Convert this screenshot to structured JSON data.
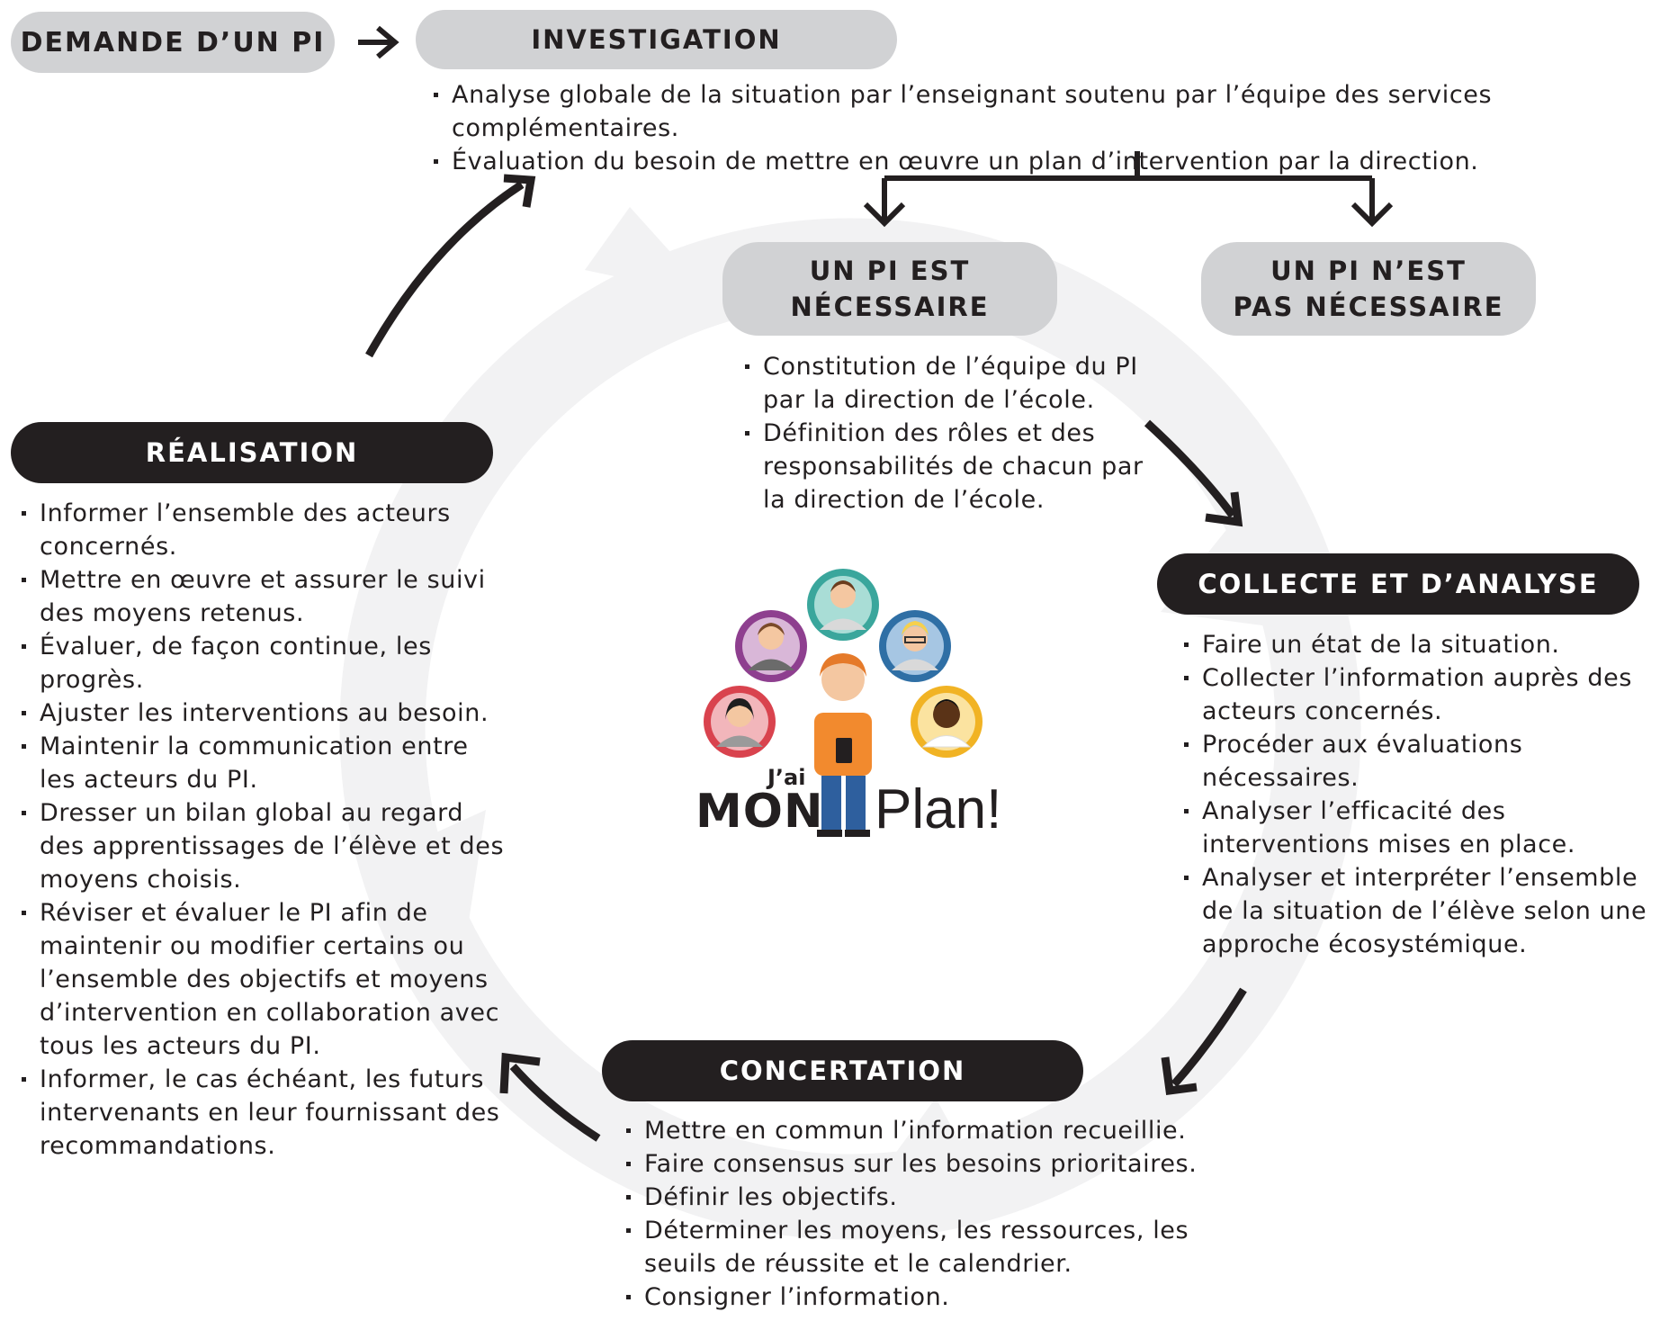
{
  "steps": {
    "demande": "DEMANDE D’UN PI",
    "investigation": "INVESTIGATION",
    "pi_necessaire_line1": "UN PI EST",
    "pi_necessaire_line2": "NÉCESSAIRE",
    "pi_non_necessaire_line1": "UN PI N’EST",
    "pi_non_necessaire_line2": "PAS NÉCESSAIRE",
    "realisation": "RÉALISATION",
    "collecte": "COLLECTE ET D’ANALYSE",
    "concertation": "CONCERTATION"
  },
  "investigation_items": [
    "Analyse globale de la situation par l’enseignant soutenu par l’équipe des services complémentaires.",
    "Évaluation du besoin de mettre en œuvre un plan d’intervention par la direction."
  ],
  "necessaire_items": [
    "Constitution de l’équipe du PI par la direction de l’école.",
    "Définition des rôles et des responsabilités de chacun par la direction de l’école."
  ],
  "realisation_items": [
    "Informer l’ensemble des acteurs concernés.",
    "Mettre en œuvre et assurer le suivi des moyens retenus.",
    "Évaluer, de façon continue, les progrès.",
    "Ajuster les interventions au besoin.",
    "Maintenir la communication entre les acteurs du PI.",
    "Dresser un bilan global au regard des apprentissages de l’élève et des moyens choisis.",
    "Réviser et évaluer le PI afin de maintenir ou modifier certains ou l’ensemble des objectifs et moyens d’intervention en collaboration avec tous les acteurs du PI.",
    "Informer, le cas échéant, les futurs intervenants en leur fournissant des recommandations."
  ],
  "collecte_items": [
    "Faire un état de la situation.",
    "Collecter l’information auprès des acteurs concernés.",
    "Procéder aux évaluations nécessaires.",
    "Analyser l’efficacité des interventions mises en place.",
    "Analyser et interpréter l’ensemble de la situation de l’élève selon une approche écosystémique."
  ],
  "concertation_items": [
    "Mettre en commun l’information recueillie.",
    "Faire consensus sur les besoins prioritaires.",
    "Définir les objectifs.",
    "Déterminer les moyens, les ressources, les seuils de réussite et le calendrier.",
    "Consigner l’information."
  ],
  "logo": {
    "jai": "J’ai",
    "mon": "MON",
    "plan": "Plan!"
  },
  "colors": {
    "dark": "#231f20",
    "light_pill": "#d1d2d4",
    "cycle_ring": "#f2f2f3",
    "avatar_purple": "#8e3f8f",
    "avatar_teal": "#3aa69c",
    "avatar_blue": "#2f6fa5",
    "avatar_red": "#d9434e",
    "avatar_yellow": "#f1b324",
    "person_orange": "#f28a2e",
    "person_blue": "#2e5f9e"
  }
}
